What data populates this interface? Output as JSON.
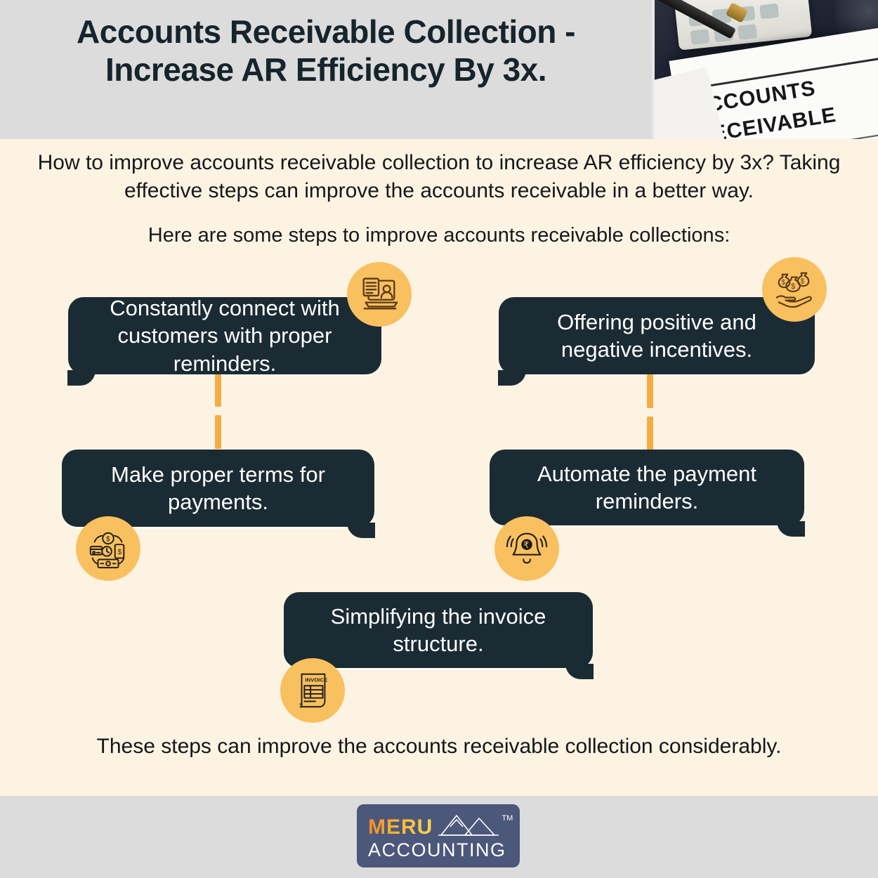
{
  "header": {
    "title": "Accounts Receivable Collection - Increase AR Efficiency By 3x.",
    "photo": {
      "alt_name": "accounts-receivable-photo",
      "line1": "ACCOUNTS",
      "line2": "RECEIVABLE"
    }
  },
  "intro": {
    "paragraph1": "How to improve accounts receivable collection to increase AR efficiency by 3x? Taking effective steps can improve the accounts receivable in a better way.",
    "paragraph2": "Here are some steps to improve accounts receivable collections:"
  },
  "steps": [
    {
      "text": "Constantly connect with customers with proper reminders.",
      "icon": "monitor-person-icon"
    },
    {
      "text": "Offering positive and negative incentives.",
      "icon": "money-bags-in-hand-icon"
    },
    {
      "text": "Make proper terms for payments.",
      "icon": "payment-methods-cycle-icon"
    },
    {
      "text": "Automate the payment reminders.",
      "icon": "ringing-bell-rupee-icon"
    },
    {
      "text": "Simplifying the invoice structure.",
      "icon": "invoice-document-icon"
    }
  ],
  "invoice_icon_label": "INVOICE",
  "conclusion": "These steps can improve the accounts receivable collection considerably.",
  "footer": {
    "logo": {
      "brand": "MERU",
      "subtitle": "ACCOUNTING",
      "trademark": "TM",
      "peaks_icon": "mountain-peaks-icon"
    }
  },
  "colors": {
    "header_band": "#dcdcdc",
    "page_background": "#fdf3e3",
    "bubble": "#1b2b33",
    "accent_orange": "#f8c05f",
    "connector": "#f3ad43",
    "logo_background": "#4c587a"
  }
}
